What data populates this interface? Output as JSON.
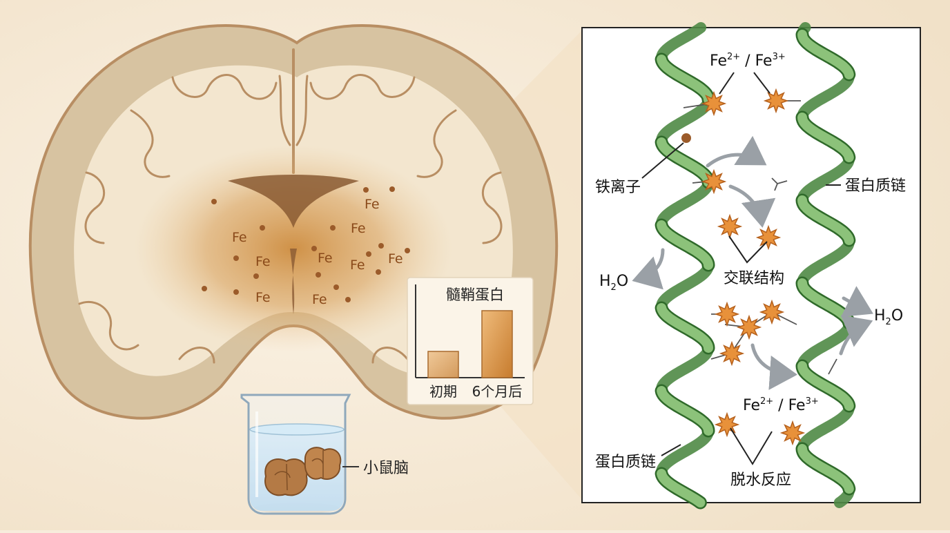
{
  "brain": {
    "fe_labels": [
      "Fe",
      "Fe",
      "Fe",
      "Fe",
      "Fe",
      "Fe",
      "Fe",
      "Fe",
      "Fe"
    ]
  },
  "beaker": {
    "label": "小鼠脑"
  },
  "chart_data": {
    "type": "bar",
    "title": "髓鞘蛋白",
    "categories": [
      "初期",
      "6个月后"
    ],
    "values": [
      38,
      97
    ],
    "ylim": [
      0,
      110
    ],
    "xlabel": "",
    "ylabel": ""
  },
  "panel": {
    "fe_top_prefix": "Fe",
    "fe_top_sup1": "2+",
    "fe_top_mid": " / Fe",
    "fe_top_sup2": "3+",
    "fe_bottom_prefix": "Fe",
    "fe_bottom_sup1": "2+",
    "fe_bottom_mid": " / Fe",
    "fe_bottom_sup2": "3+",
    "iron_ion_label": "铁离子",
    "protein_chain_right": "蛋白质链",
    "protein_chain_left": "蛋白质链",
    "crosslink_label": "交联结构",
    "dehydration_label": "脱水反应",
    "water_left_main": "H",
    "water_left_sub": "2",
    "water_left_end": "O",
    "water_right_main": "H",
    "water_right_sub": "2",
    "water_right_end": "O"
  },
  "colors": {
    "background": "#f7ecdc",
    "cortex": "#d9c7a8",
    "white_matter": "#f3e6cf",
    "iron_stain": "#c9822f",
    "helix": "#7cb26a",
    "iron_star": "#e8913a",
    "arrow": "#9aa0a6"
  }
}
